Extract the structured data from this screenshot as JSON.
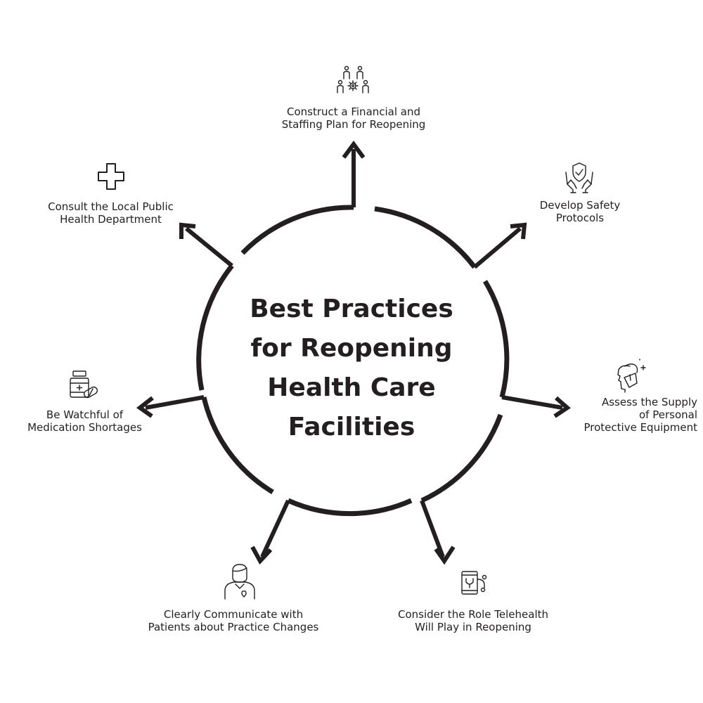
{
  "title_lines": [
    "Best Practices",
    "for Reopening",
    "Health Care",
    "Facilities"
  ],
  "items": [
    {
      "id": "financial",
      "icon": "people-gear-icon",
      "lines": [
        "Construct a Financial and",
        "Staffing Plan for Reopening"
      ]
    },
    {
      "id": "safety",
      "icon": "hands-shield-icon",
      "lines": [
        "Develop Safety",
        "Protocols"
      ]
    },
    {
      "id": "ppe",
      "icon": "face-mask-icon",
      "lines": [
        "Assess the Supply",
        "of Personal",
        "Protective Equipment"
      ]
    },
    {
      "id": "telehealth",
      "icon": "phone-stethoscope-icon",
      "lines": [
        "Consider the Role Telehealth",
        "Will Play in Reopening"
      ]
    },
    {
      "id": "communicate",
      "icon": "person-heart-icon",
      "lines": [
        "Clearly Communicate with",
        "Patients about Practice Changes"
      ]
    },
    {
      "id": "medication",
      "icon": "medicine-bottle-icon",
      "lines": [
        "Be Watchful of",
        "Medication Shortages"
      ]
    },
    {
      "id": "public-health",
      "icon": "medical-cross-icon",
      "lines": [
        "Consult the Local Public",
        "Health Department"
      ]
    }
  ],
  "colors": {
    "ink": "#231f20",
    "background": "#ffffff"
  }
}
